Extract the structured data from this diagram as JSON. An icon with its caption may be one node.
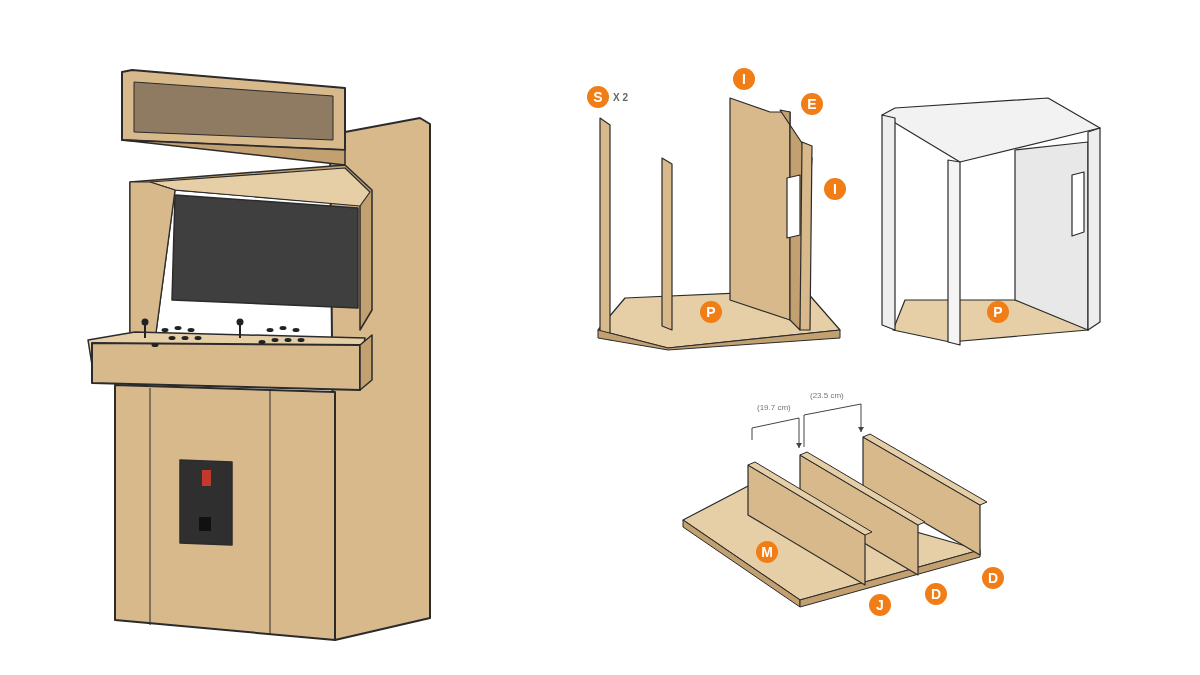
{
  "diagram": {
    "labels": [
      "S",
      "X 2",
      "I",
      "E",
      "I",
      "P",
      "P",
      "(19.7 cm)",
      "(23.5 cm)",
      "M",
      "J",
      "D",
      "D"
    ]
  }
}
